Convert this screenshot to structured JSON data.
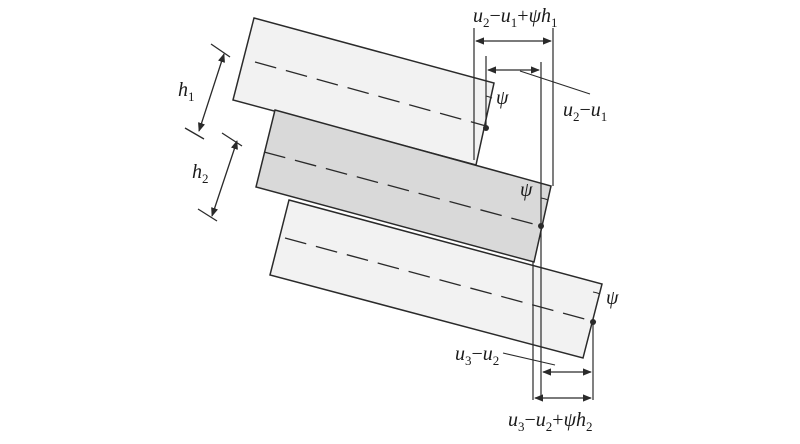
{
  "colors": {
    "layer_light": "#f2f2f2",
    "layer_middle": "#d9d9d9",
    "stroke": "#2a2a2a"
  },
  "labels": {
    "h1": {
      "sym": "h",
      "sub": "1"
    },
    "h2": {
      "sym": "h",
      "sub": "2"
    },
    "psi": "ψ",
    "top_dim": {
      "a": "u",
      "a_sub": "2",
      "minus": "−",
      "b": "u",
      "b_sub": "1",
      "plus": "+",
      "c": "ψh",
      "c_sub": "1"
    },
    "mid_dim": {
      "a": "u",
      "a_sub": "2",
      "minus": "−",
      "b": "u",
      "b_sub": "1"
    },
    "bot_small_dim": {
      "a": "u",
      "a_sub": "3",
      "minus": "−",
      "b": "u",
      "b_sub": "2"
    },
    "bot_dim": {
      "a": "u",
      "a_sub": "3",
      "minus": "−",
      "b": "u",
      "b_sub": "2",
      "plus": "+",
      "c": "ψh",
      "c_sub": "2"
    }
  }
}
